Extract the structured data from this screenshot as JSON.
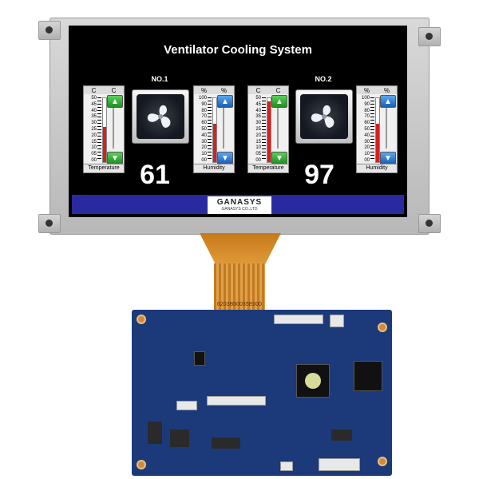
{
  "screen": {
    "title": "Ventilator Cooling System",
    "fan1": {
      "label": "NO.1",
      "value": "61",
      "temperature": {
        "units_left": "C",
        "units_right": "C",
        "label": "Temperature",
        "level": 0.55
      },
      "humidity": {
        "units_left": "%",
        "units_right": "%",
        "label": "Humidity",
        "level": 0.6
      }
    },
    "fan2": {
      "label": "NO.2",
      "value": "97",
      "temperature": {
        "units_left": "C",
        "units_right": "C",
        "label": "Temperature",
        "level": 0.95
      },
      "humidity": {
        "units_left": "%",
        "units_right": "%",
        "label": "Humidity",
        "level": 0.6
      }
    },
    "temp_scale": [
      "50",
      "45",
      "40",
      "35",
      "30",
      "25",
      "20",
      "15",
      "10",
      "05",
      "00"
    ],
    "humidity_scale": [
      "100",
      "90",
      "80",
      "70",
      "60",
      "50",
      "40",
      "30",
      "20",
      "10",
      "00"
    ],
    "logo": {
      "brand": "GANASYS",
      "sub": "GANASYS CO.,LTD"
    },
    "colors": {
      "background": "#000000",
      "bar": "#2a2aa0",
      "fill": "#d42020",
      "up_button": "#2fa82f",
      "humidity_button": "#2a7ad0"
    }
  },
  "ribbon": {
    "part_no": "6203B00035E000"
  },
  "icons": {
    "fan": "fan-icon",
    "up": "chevron-up-icon",
    "down": "chevron-down-icon"
  }
}
